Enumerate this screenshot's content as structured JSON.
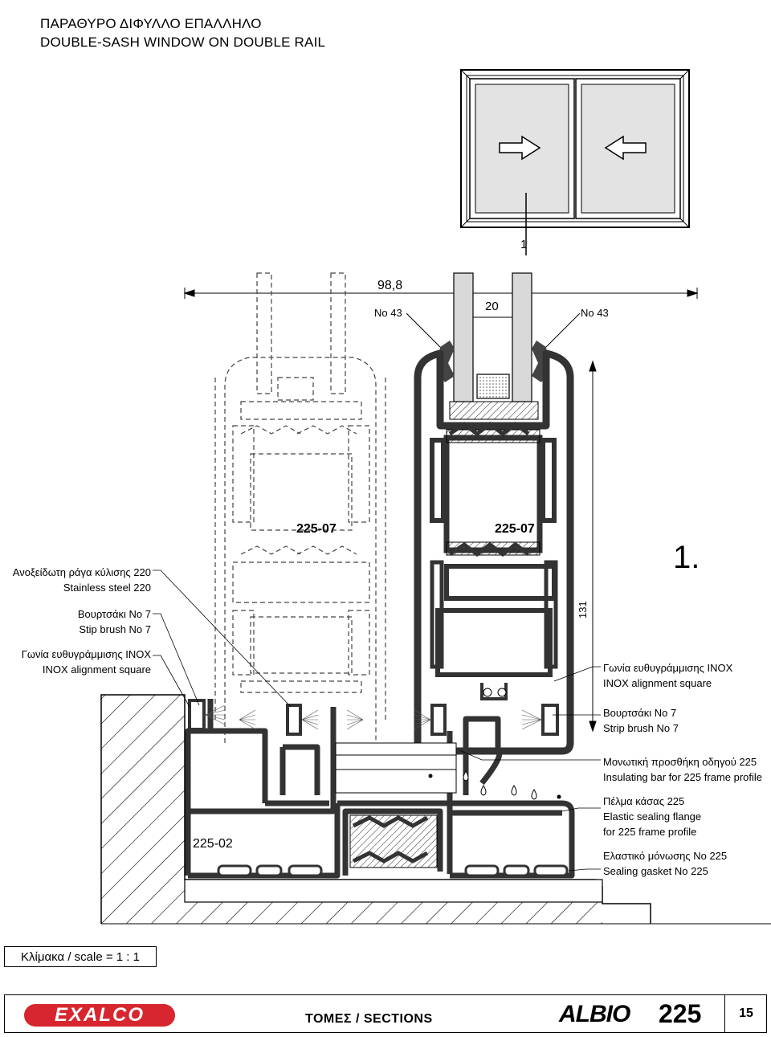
{
  "header": {
    "title_gr": "ΠΑΡΑΘΥΡΟ ΔΙΦΥΛΛΟ ΕΠΑΛΛΗΛΟ",
    "title_en": "DOUBLE-SASH WINDOW ON DOUBLE RAIL"
  },
  "elevation": {
    "section_marker": "1"
  },
  "dimensions": {
    "overall_width": "98,8",
    "glass_gap": "20",
    "left_gasket": "No 43",
    "right_gasket": "No 43",
    "height": "131"
  },
  "profiles": {
    "sash_left": "225-07",
    "sash_right": "225-07",
    "frame": "225-02",
    "section_number": "1."
  },
  "labels_left": [
    {
      "gr": "Ανοξείδωτη ράγα κύλισης  220",
      "en": "Stainless steel 220"
    },
    {
      "gr": "Βουρτσάκι No 7",
      "en": "Stip brush No 7"
    },
    {
      "gr": "Γωνία ευθυγράμμισης  INOX",
      "en": "INOX alignment square"
    }
  ],
  "labels_right": [
    {
      "gr": "Γωνία ευθυγράμμισης   INOX",
      "en": "INOX alignment square"
    },
    {
      "gr": "Βουρτσάκι No 7",
      "en": "Strip brush No 7"
    },
    {
      "gr": "Μονωτική προσθήκη οδηγού 225",
      "en": "Insulating bar for 225 frame profile"
    },
    {
      "gr": "Πέλμα κάσας 225",
      "en": "Elastic sealing flange",
      "en2": "for 225 frame profile"
    },
    {
      "gr": "Ελαστικό μόνωσης No 225",
      "en": "Sealing gasket No 225"
    }
  ],
  "scale": "Κλίμακα / scale  = 1 : 1",
  "footer": {
    "logo": "EXALCO",
    "sections": "ΤΟΜΕΣ / SECTIONS",
    "brand": "ALBIO",
    "brand_number": "225",
    "page": "15"
  },
  "colors": {
    "profile": "#333333",
    "logo_red": "#d7262f",
    "glass": "#d9d9d9"
  }
}
